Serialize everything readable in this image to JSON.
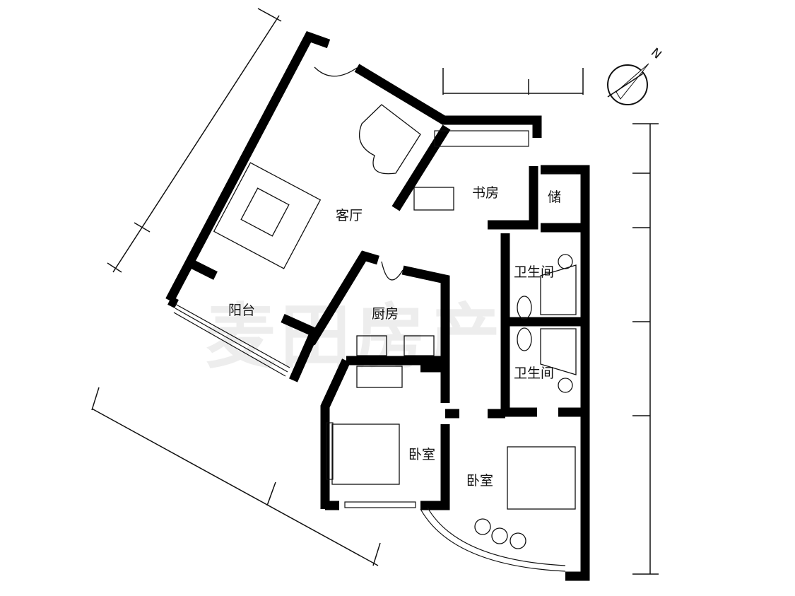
{
  "rooms": {
    "living_room": "客厅",
    "study": "书房",
    "storage": "储",
    "bathroom_1": "卫生间",
    "bathroom_2": "卫生间",
    "balcony": "阳台",
    "kitchen": "厨房",
    "bedroom_1": "卧室",
    "bedroom_2": "卧室"
  },
  "compass": {
    "north_label": "N"
  },
  "watermark": "麦田房产",
  "colors": {
    "wall": "#000000",
    "line": "#111111",
    "background": "#ffffff"
  }
}
